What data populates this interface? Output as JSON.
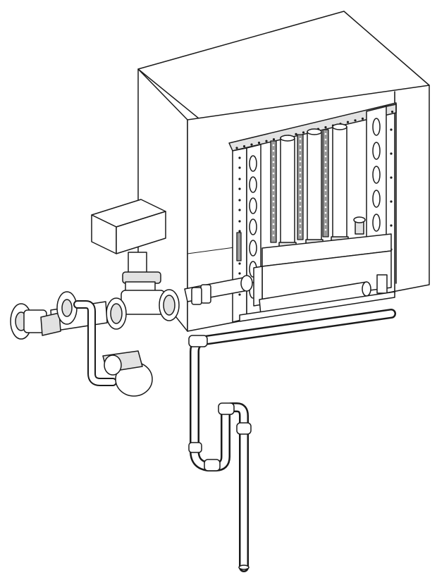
{
  "diagram": {
    "colors": {
      "ink": "#1a1a1a",
      "paper": "#ffffff",
      "shade_light": "#e2e2e2",
      "shade_dark": "#9a9a9a"
    },
    "components": [
      {
        "id": "enclosure",
        "icon": "cabinet-enclosure"
      },
      {
        "id": "heater-rack",
        "icon": "heating-element-rack"
      },
      {
        "id": "actuator",
        "icon": "valve-actuator"
      },
      {
        "id": "control-valve",
        "icon": "flanged-control-valve"
      },
      {
        "id": "inlet-strainer",
        "icon": "flanged-strainer"
      },
      {
        "id": "steam-trap",
        "icon": "float-steam-trap"
      },
      {
        "id": "condensate-drain",
        "icon": "drain-pipe-loop"
      }
    ]
  }
}
